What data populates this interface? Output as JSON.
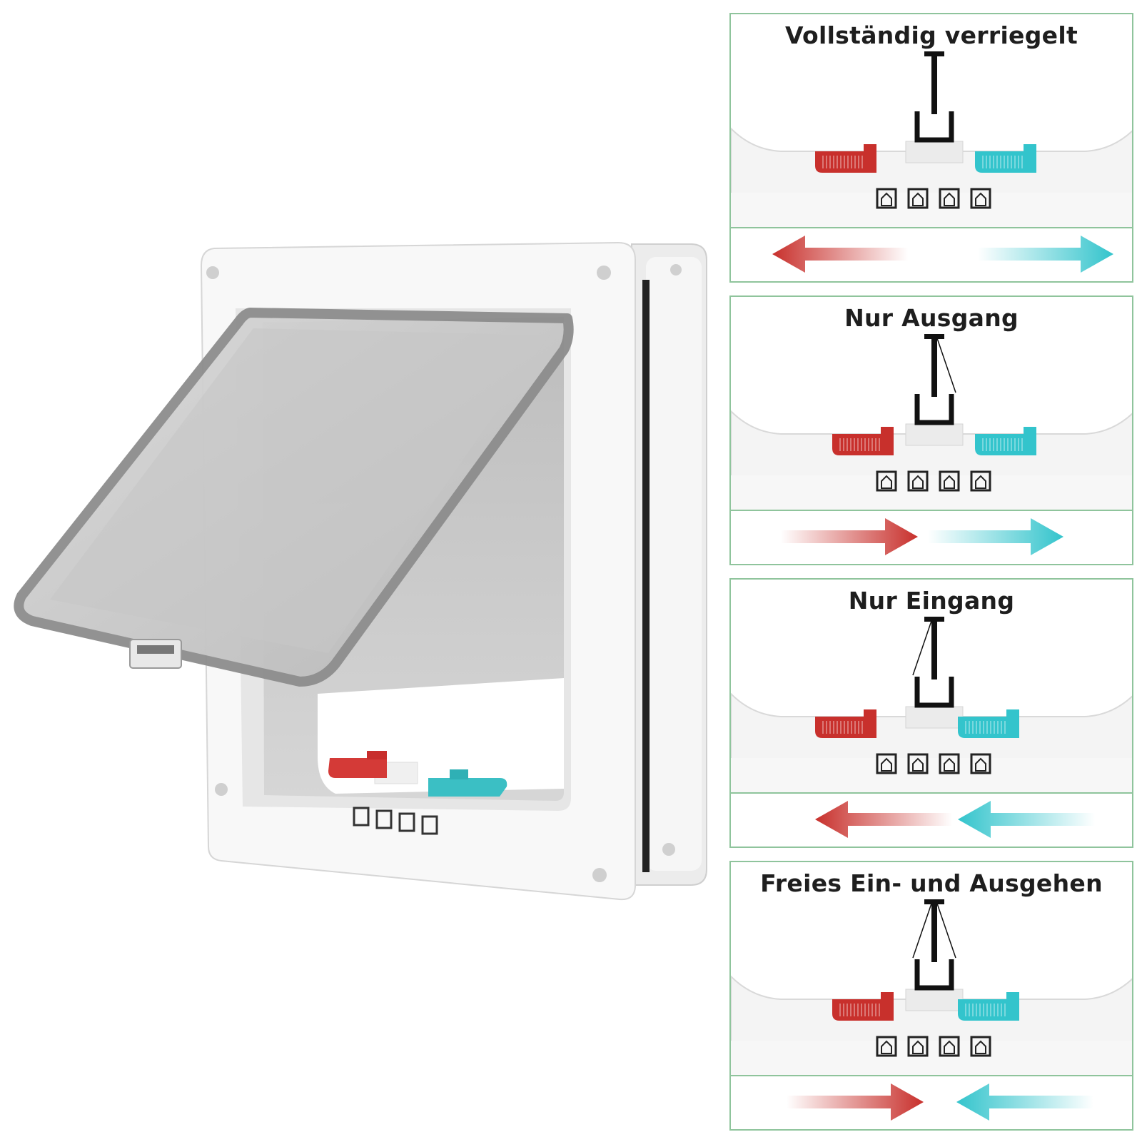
{
  "panels": [
    {
      "title": "Vollständig verriegelt",
      "flap": "locked",
      "red_lever": "left",
      "teal_lever": "right",
      "red_arrow": "left",
      "teal_arrow": "right"
    },
    {
      "title": "Nur Ausgang",
      "flap": "out",
      "red_lever": "right",
      "teal_lever": "right",
      "red_arrow": "right",
      "teal_arrow": "right"
    },
    {
      "title": "Nur Eingang",
      "flap": "in",
      "red_lever": "left",
      "teal_lever": "left",
      "red_arrow": "left",
      "teal_arrow": "left"
    },
    {
      "title": "Freies Ein- und Ausgehen",
      "flap": "both",
      "red_lever": "right",
      "teal_lever": "left",
      "red_arrow": "right",
      "teal_arrow": "left"
    }
  ],
  "colors": {
    "red": "#c8302c",
    "teal": "#33c4cc",
    "frame": "#8fc49c"
  },
  "icons": [
    "lock-icon",
    "house-icon",
    "house-out-icon",
    "house-in-icon"
  ]
}
